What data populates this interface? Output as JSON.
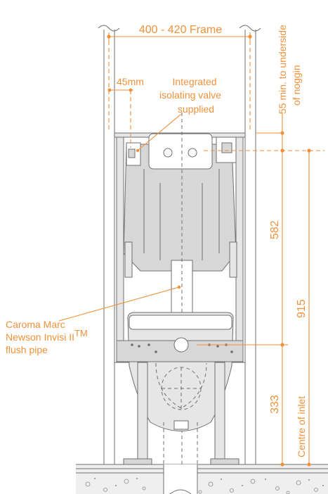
{
  "labels": {
    "frame_width": "400 - 420 Frame",
    "offset_45": "45mm",
    "valve_line1": "Integrated",
    "valve_line2": "isolating valve",
    "valve_line3": "supplied",
    "noggin_line1": "55 min. to underside",
    "noggin_line2": "of noggin",
    "dim_582": "582",
    "dim_915": "915",
    "dim_333": "333",
    "centre_inlet": "Centre of inlet",
    "pipe_line1": "Caroma Marc",
    "pipe_line2": "Newson Invisi II",
    "pipe_tm": "TM",
    "pipe_line3": "flush pipe"
  },
  "colors": {
    "annotation": "#f0913a",
    "linework": "#6f6f6f",
    "fill_grey": "#d7d7d7",
    "fill_light": "#e6e6e6"
  }
}
